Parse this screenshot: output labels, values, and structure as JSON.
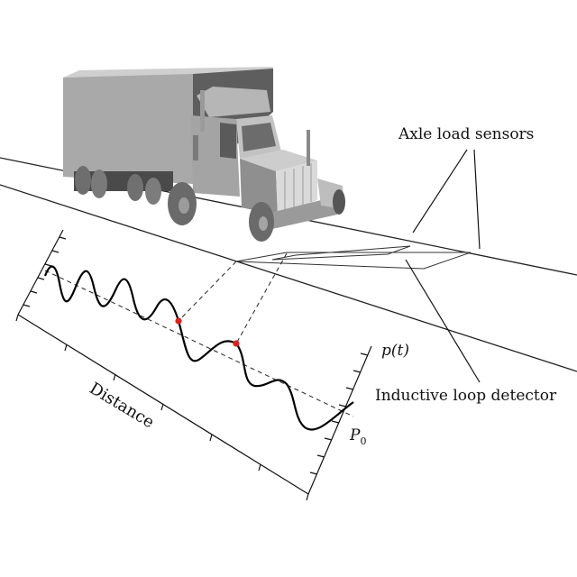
{
  "labels": {
    "axle_load_sensors": "Axle load sensors",
    "inductive_loop_detector": "Inductive loop detector",
    "distance": "Distance",
    "p_t": "p(t)",
    "p0": "P",
    "p0_sub": "0"
  },
  "colors": {
    "marker": "#e0201b",
    "truck_light": "#c4c4c4",
    "truck_mid": "#9e9e9e",
    "truck_dark": "#5c5c5c",
    "line": "#111111"
  }
}
